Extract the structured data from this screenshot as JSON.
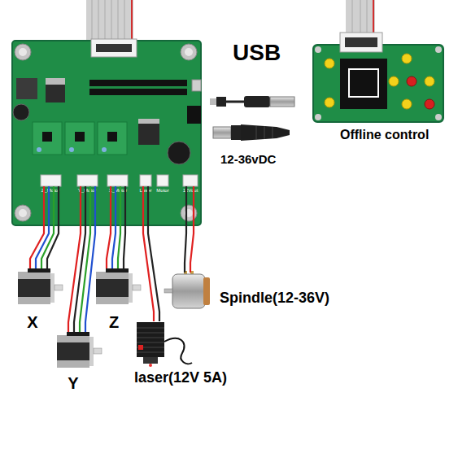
{
  "diagram": {
    "nodes": [
      {
        "text": [
          "Z_Motor",
          "Y_Motor",
          "X_Motor",
          "Laser",
          "Motor",
          "12Vout"
        ]
      },
      {
        "text": [
          "Offline control"
        ]
      },
      {
        "text": [
          "X"
        ]
      },
      {
        "text": [
          "Z"
        ]
      },
      {
        "text": [
          "Spindle(12-36V)"
        ]
      },
      {
        "text": [
          "Y"
        ]
      },
      {
        "text": [
          "laser(12V 5A)"
        ]
      }
    ],
    "edges": [
      {
        "from": 0,
        "to": 2,
        "arrow": "none"
      },
      {
        "from": 0,
        "to": 3,
        "arrow": "none"
      },
      {
        "from": 0,
        "to": 4,
        "arrow": "none"
      },
      {
        "from": 0,
        "to": 5,
        "arrow": "none"
      },
      {
        "from": 0,
        "to": 6,
        "arrow": "none"
      }
    ],
    "labels": [
      "USB",
      "12-36vDC"
    ]
  }
}
